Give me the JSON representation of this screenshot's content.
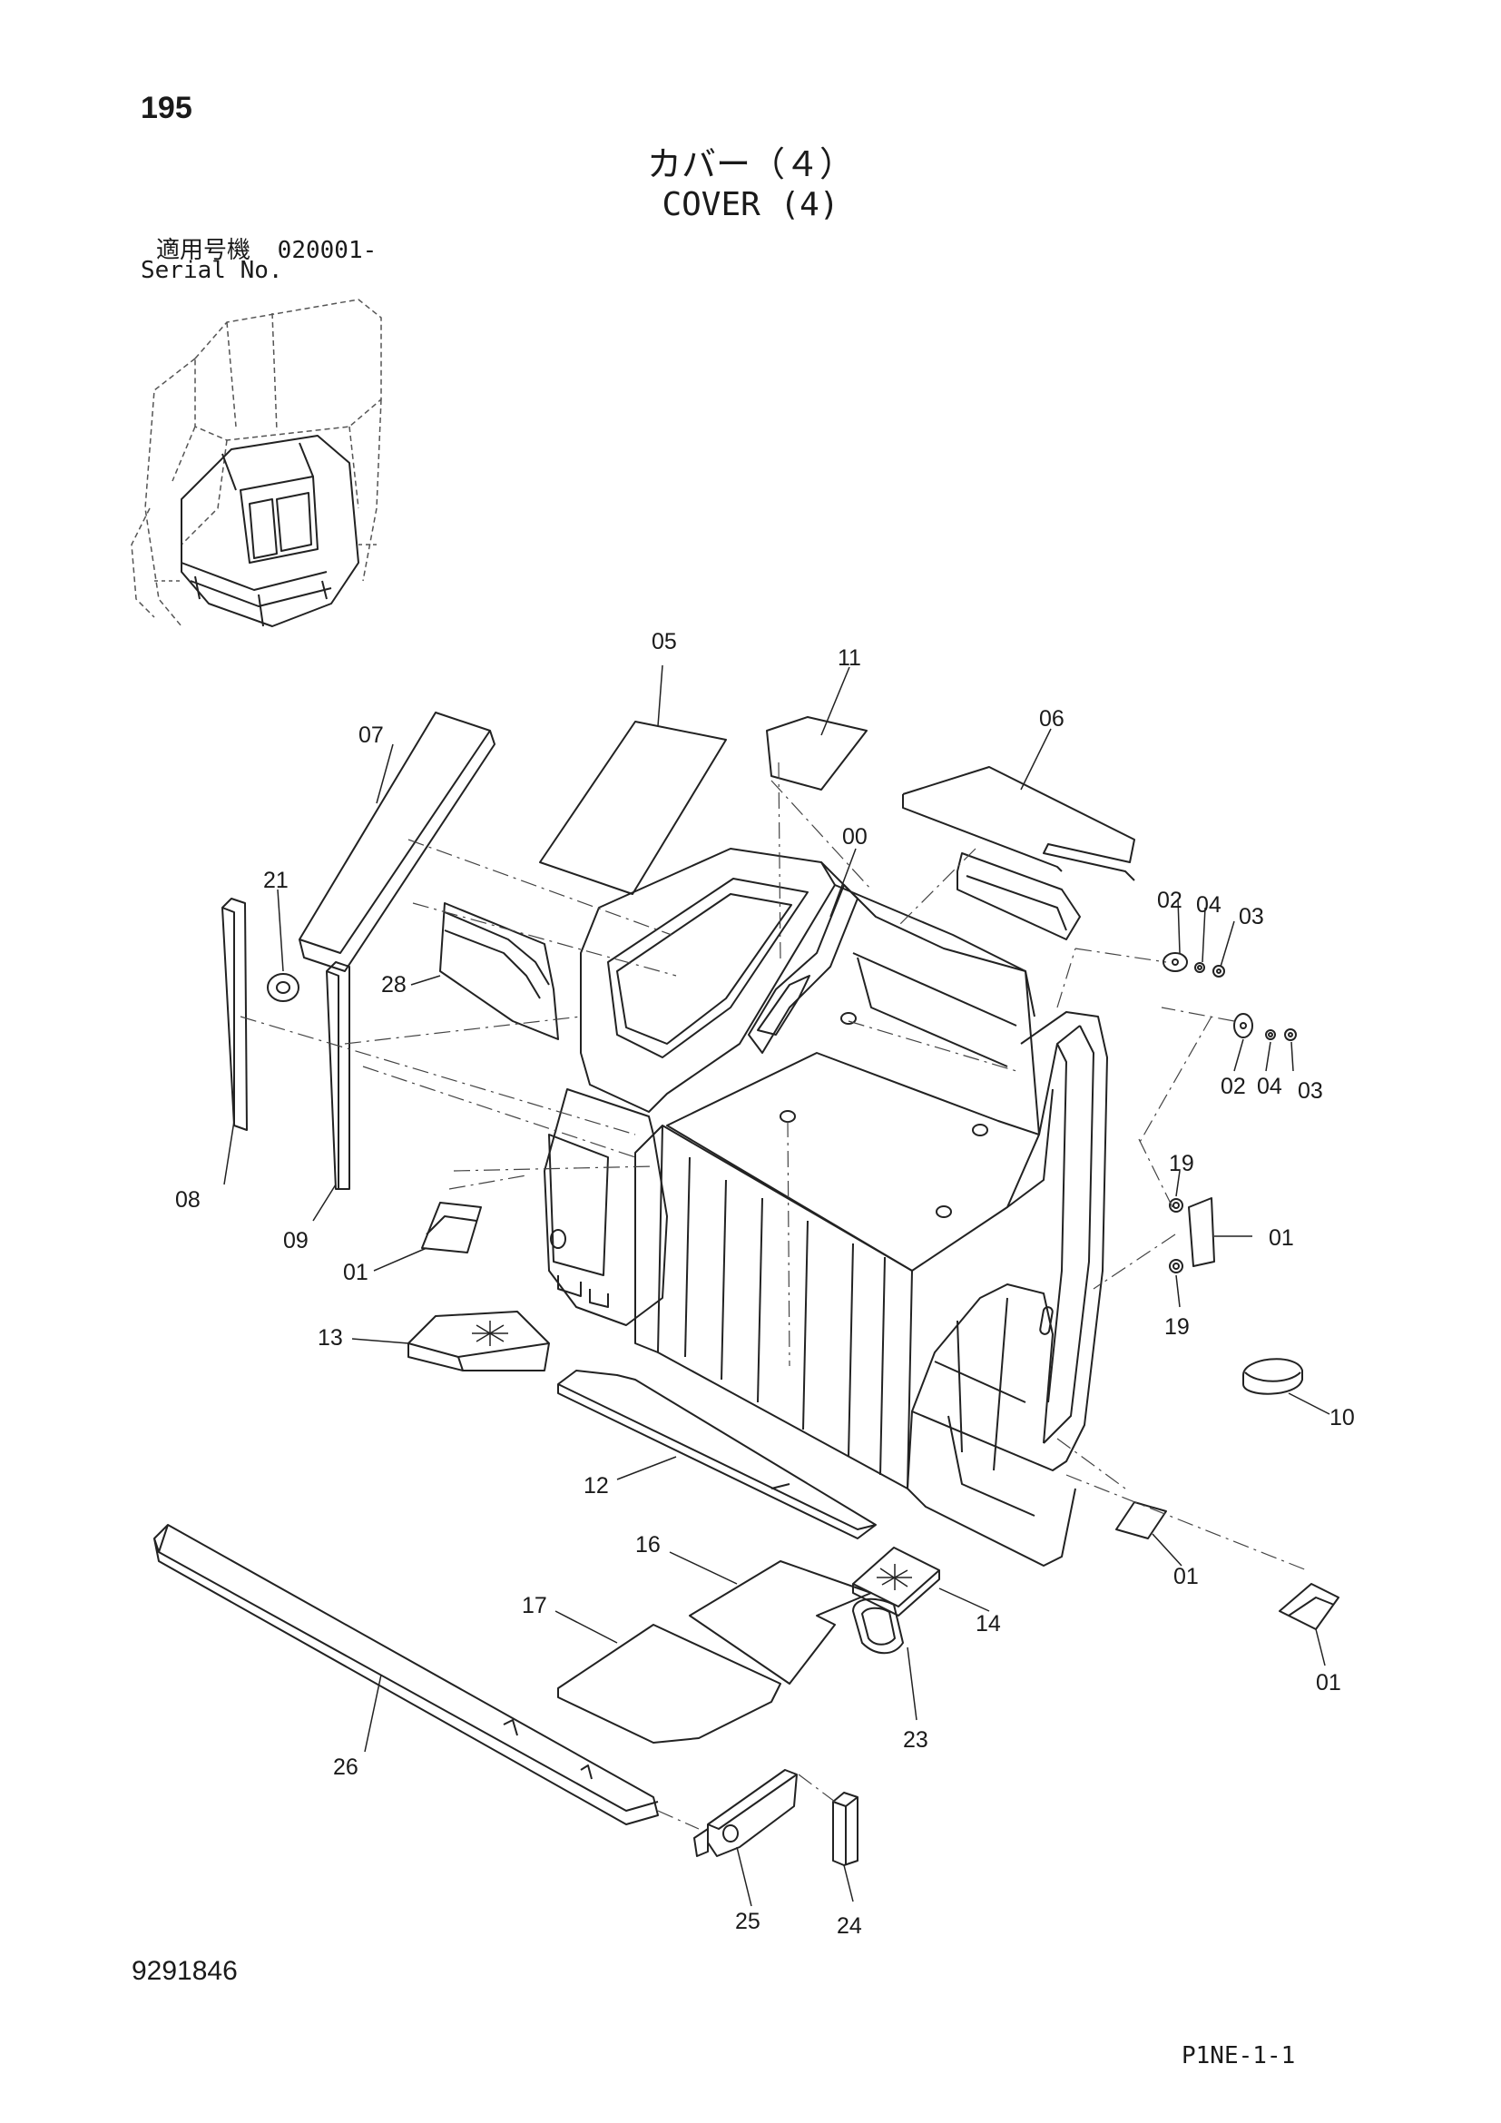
{
  "page_number": "195",
  "title_jp": "カバー（４）",
  "title_en": "COVER (4)",
  "serial_label_jp": "適用号機",
  "serial_value": "020001-",
  "serial_label_en": "Serial No.",
  "doc_number": "9291846",
  "page_code": "P1NE-1-1",
  "callouts": [
    "05",
    "11",
    "06",
    "07",
    "00",
    "21",
    "02",
    "04",
    "03",
    "28",
    "02",
    "04",
    "03",
    "19",
    "08",
    "09",
    "01",
    "01",
    "19",
    "13",
    "10",
    "12",
    "01",
    "16",
    "14",
    "17",
    "01",
    "23",
    "26",
    "25",
    "24"
  ]
}
